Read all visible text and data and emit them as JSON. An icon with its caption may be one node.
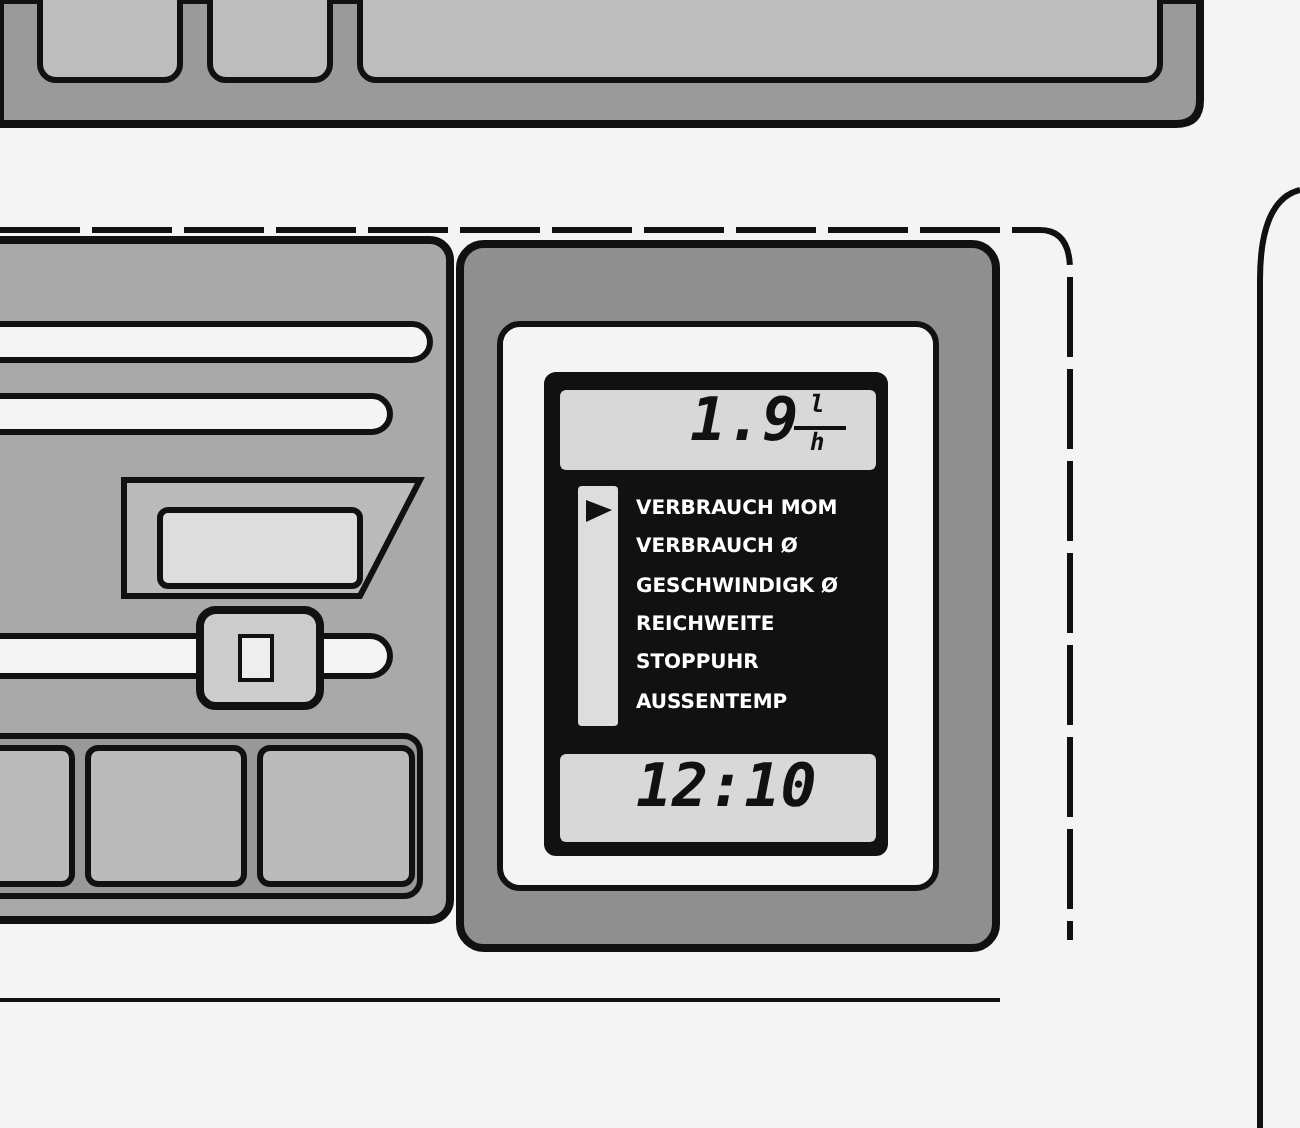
{
  "diagram": {
    "labels": [
      "1.9",
      "l",
      "h",
      "VERBRAUCH MOM",
      "VERBRAUCH Ø",
      "GESCHWINDIGK Ø",
      "REICHWEITE",
      "STOPPUHR",
      "AUSSENTEMP",
      "12:10"
    ]
  }
}
